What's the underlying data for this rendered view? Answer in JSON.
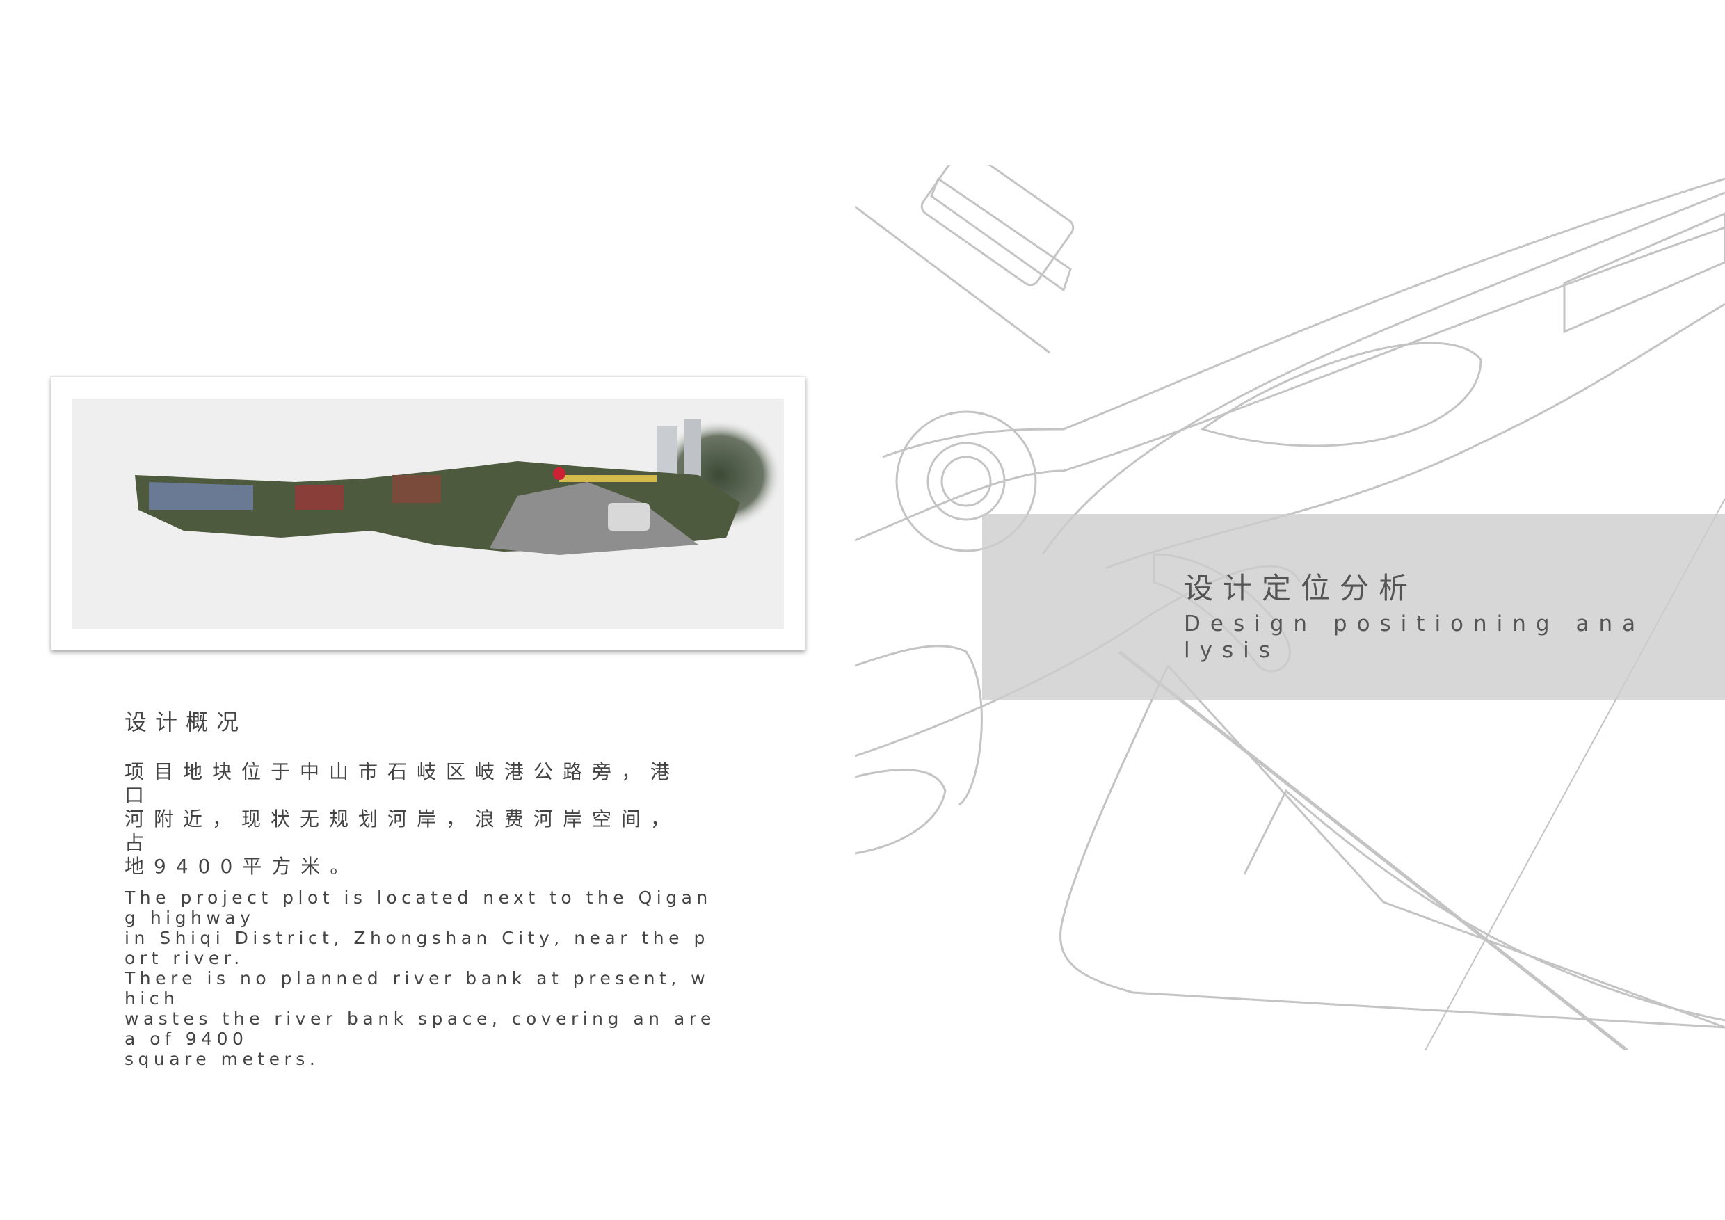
{
  "overview": {
    "title": "设计概况",
    "cn_lines": [
      "项目地块位于中山市石岐区岐港公路旁，港",
      "口",
      "河附近，现状无规划河岸，浪费河岸空间，",
      "占",
      "地9400平方米。"
    ],
    "en_lines": [
      "The project plot is located next to the Qigan",
      "g highway",
      "in Shiqi District, Zhongshan City, near the p",
      "ort river.",
      "There is no planned river bank at present, w",
      "hich",
      "wastes the river bank space, covering an are",
      "a of 9400",
      "square meters."
    ]
  },
  "positioning": {
    "title": "设计定位分析",
    "subtitle_lines": [
      "Design positioning ana",
      "lysis"
    ]
  },
  "colors": {
    "band": "#d3d3d3",
    "text": "#444444",
    "plan_line": "#c4c4c4"
  }
}
